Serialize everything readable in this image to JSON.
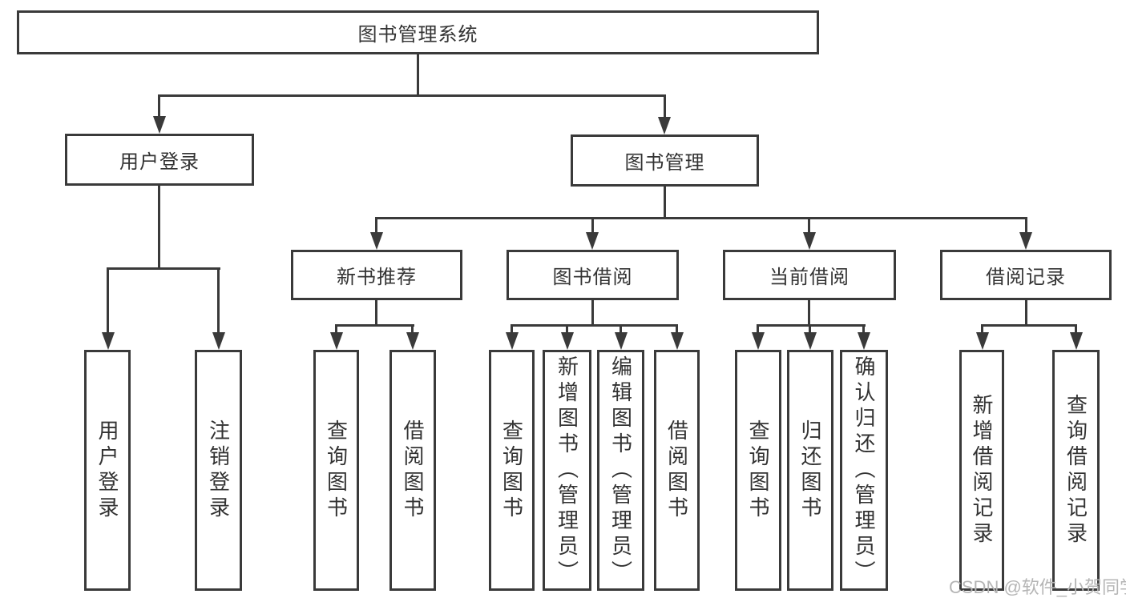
{
  "diagram": {
    "root": {
      "label": "图书管理系统"
    },
    "level2": [
      {
        "label": "用户登录",
        "children": [
          {
            "label": "用户登录"
          },
          {
            "label": "注销登录"
          }
        ]
      },
      {
        "label": "图书管理"
      }
    ],
    "level3": [
      {
        "label": "新书推荐",
        "children": [
          {
            "label": "查询图书"
          },
          {
            "label": "借阅图书"
          }
        ]
      },
      {
        "label": "图书借阅",
        "children": [
          {
            "label": "查询图书"
          },
          {
            "label": "新增图书（管理员）"
          },
          {
            "label": "编辑图书（管理员）"
          },
          {
            "label": "借阅图书"
          }
        ]
      },
      {
        "label": "当前借阅",
        "children": [
          {
            "label": "查询图书"
          },
          {
            "label": "归还图书"
          },
          {
            "label": "确认归还（管理员）"
          }
        ]
      },
      {
        "label": "借阅记录",
        "children": [
          {
            "label": "新增借阅记录"
          },
          {
            "label": "查询借阅记录"
          }
        ]
      }
    ],
    "watermark": "CSDN @软件_小贺同学",
    "colors": {
      "line": "#3a3a3a",
      "text": "#333333",
      "watermark": "#b5b5b5",
      "background": "#ffffff"
    }
  }
}
